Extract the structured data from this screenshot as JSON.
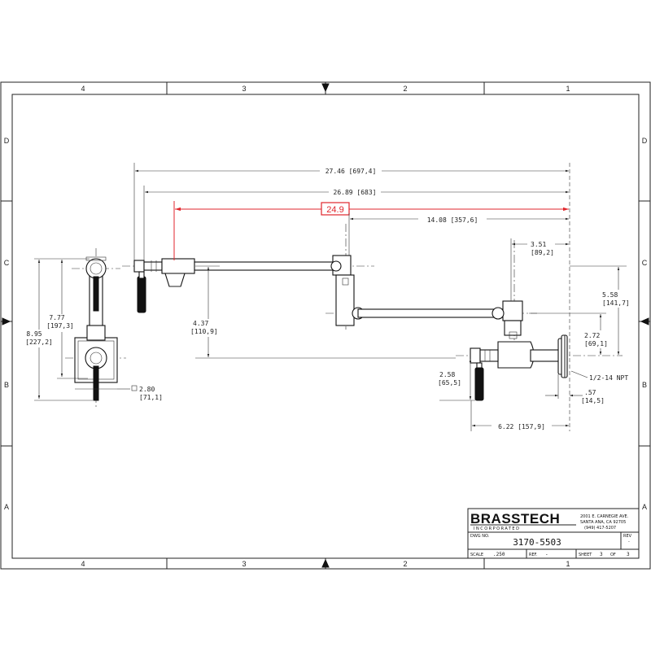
{
  "border": {
    "zones_top": [
      "4",
      "3",
      "2",
      "1"
    ],
    "zones_bottom": [
      "4",
      "3",
      "2",
      "1"
    ],
    "zones_left": [
      "D",
      "C",
      "B",
      "A"
    ],
    "zones_right": [
      "D",
      "C",
      "B",
      "A"
    ]
  },
  "dimensions": {
    "overall_length": "27.46 [697,4]",
    "arm_length": "26.89 [683]",
    "highlight_value": "24.9",
    "swing_length": "14.08 [357,6]",
    "offset_top": "3.51",
    "offset_top_mm": "[89,2]",
    "height_right": "5.58",
    "height_right_mm": "[141,7]",
    "drop": "4.37",
    "drop_mm": "[110,9]",
    "flange_height": "2.72",
    "flange_height_mm": "[69,1]",
    "thread": "1/2-14 NPT",
    "handle_height": "2.58",
    "handle_height_mm": "[65,5]",
    "flange_depth": ".57",
    "flange_depth_mm": "[14,5]",
    "base_length": "6.22 [157,9]",
    "side_height_inner": "7.77",
    "side_height_inner_mm": "[197,3]",
    "side_height_outer": "8.95",
    "side_height_outer_mm": "[227,2]",
    "square_plate": "2.80",
    "square_plate_mm": "[71,1]"
  },
  "title_block": {
    "company": "BRASSTECH",
    "company_sub": "INCORPORATED",
    "address_1": "2001 E. CARNEGIE AVE.",
    "address_2": "SANTA ANA, CA 92705",
    "phone": "(949) 417-5207",
    "dwg_no_label": "DWG NO.",
    "dwg_no": "3170-5503",
    "rev_label": "REV",
    "rev": "-",
    "scale_label": "SCALE",
    "scale": ".250",
    "ref_label": "REF.",
    "ref": "-",
    "sheet_label": "SHEET",
    "sheet": "3",
    "of_label": "OF",
    "sheets": "3"
  },
  "colors": {
    "highlight": "#e0262c",
    "ink": "#222222"
  }
}
